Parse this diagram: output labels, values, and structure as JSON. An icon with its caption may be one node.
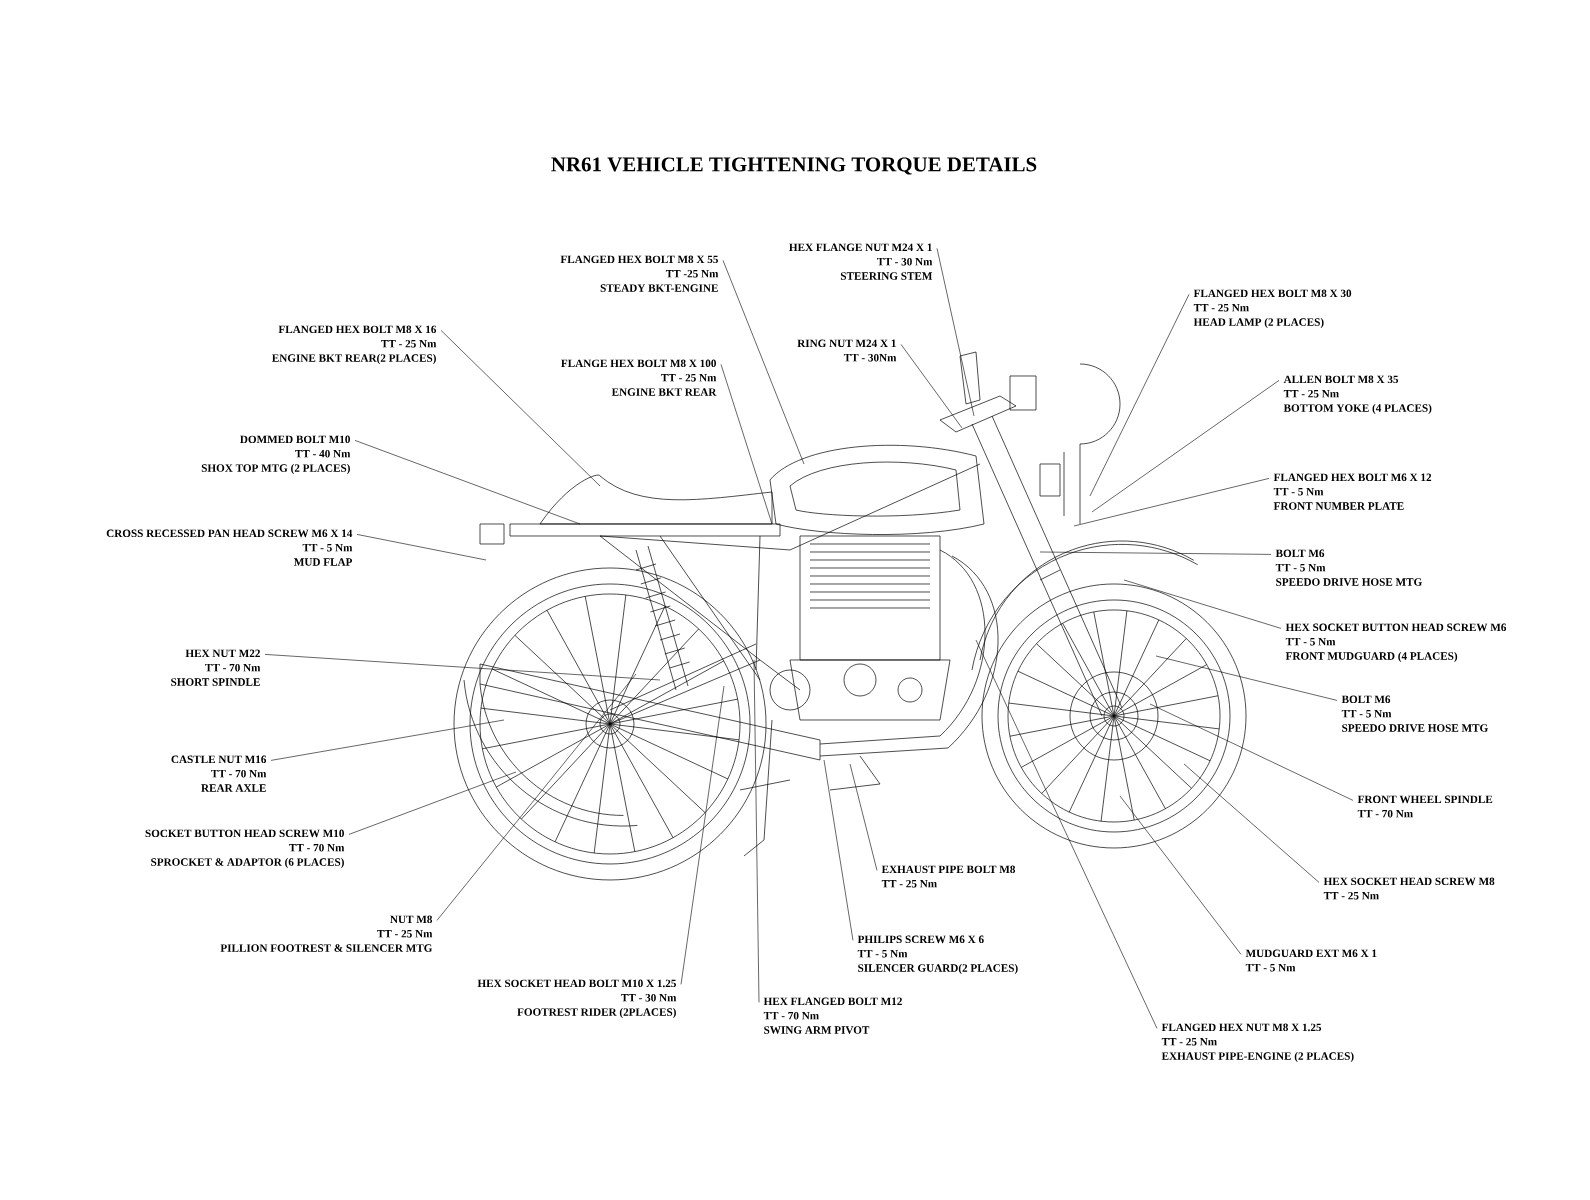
{
  "diagram": {
    "title": "NR61 VEHICLE TIGHTENING TORQUE DETAILS",
    "nodes": [
      {
        "text": [
          "FLANGED HEX BOLT M8 X 55",
          "TT -25 Nm",
          "STEADY BKT-ENGINE"
        ]
      },
      {
        "text": [
          "HEX FLANGE NUT M24 X 1",
          "TT - 30 Nm",
          "STEERING STEM"
        ]
      },
      {
        "text": [
          "FLANGED HEX BOLT M8 X 30",
          "TT - 25 Nm",
          "HEAD LAMP (2 PLACES)"
        ]
      },
      {
        "text": [
          "FLANGED HEX BOLT M8 X 16",
          "TT - 25 Nm",
          "ENGINE BKT REAR(2 PLACES)"
        ]
      },
      {
        "text": [
          "RING NUT M24 X 1",
          "TT - 30Nm"
        ]
      },
      {
        "text": [
          "FLANGE HEX BOLT M8 X 100",
          "TT - 25 Nm",
          "ENGINE BKT REAR"
        ]
      },
      {
        "text": [
          "ALLEN BOLT M8 X 35",
          "TT - 25 Nm",
          "BOTTOM YOKE (4 PLACES)"
        ]
      },
      {
        "text": [
          "DOMMED BOLT M10",
          "TT - 40 Nm",
          "SHOX TOP MTG (2 PLACES)"
        ]
      },
      {
        "text": [
          "FLANGED HEX BOLT M6 X 12",
          "TT - 5 Nm",
          "FRONT NUMBER PLATE"
        ]
      },
      {
        "text": [
          "CROSS RECESSED PAN HEAD SCREW M6 X 14",
          "TT - 5 Nm",
          "MUD FLAP"
        ]
      },
      {
        "text": [
          "BOLT M6",
          "TT - 5 Nm",
          "SPEEDO DRIVE HOSE MTG"
        ]
      },
      {
        "text": [
          "HEX SOCKET BUTTON HEAD SCREW M6",
          "TT - 5 Nm",
          "FRONT MUDGUARD (4 PLACES)"
        ]
      },
      {
        "text": [
          "HEX NUT M22",
          "TT - 70 Nm",
          "SHORT SPINDLE"
        ]
      },
      {
        "text": [
          "BOLT M6",
          "TT - 5 Nm",
          "SPEEDO DRIVE HOSE MTG"
        ]
      },
      {
        "text": [
          "CASTLE NUT M16",
          "TT - 70 Nm",
          "REAR AXLE"
        ]
      },
      {
        "text": [
          "FRONT WHEEL SPINDLE",
          "TT - 70 Nm"
        ]
      },
      {
        "text": [
          "SOCKET BUTTON HEAD SCREW M10",
          "TT - 70 Nm",
          "SPROCKET & ADAPTOR (6 PLACES)"
        ]
      },
      {
        "text": [
          "EXHAUST PIPE BOLT M8",
          "TT - 25 Nm"
        ]
      },
      {
        "text": [
          "HEX SOCKET HEAD SCREW M8",
          "TT - 25 Nm"
        ]
      },
      {
        "text": [
          "NUT M8",
          "TT - 25 Nm",
          "PILLION FOOTREST & SILENCER MTG"
        ]
      },
      {
        "text": [
          "PHILIPS SCREW M6 X 6",
          "TT - 5 Nm",
          "SILENCER GUARD(2 PLACES)"
        ]
      },
      {
        "text": [
          "MUDGUARD EXT M6 X 1",
          "TT - 5 Nm"
        ]
      },
      {
        "text": [
          "HEX SOCKET HEAD BOLT M10 X 1.25",
          "TT - 30 Nm",
          "FOOTREST RIDER (2PLACES)"
        ]
      },
      {
        "text": [
          "HEX FLANGED BOLT M12",
          "TT - 70 Nm",
          "SWING ARM PIVOT"
        ]
      },
      {
        "text": [
          "FLANGED HEX NUT M8 X 1.25",
          "TT - 25 Nm",
          "EXHAUST PIPE-ENGINE (2 PLACES)"
        ]
      }
    ],
    "edges": [
      {
        "from": 0,
        "to": null,
        "arrow": "none"
      },
      {
        "from": 1,
        "to": null,
        "arrow": "none"
      },
      {
        "from": 2,
        "to": null,
        "arrow": "none"
      },
      {
        "from": 3,
        "to": null,
        "arrow": "none"
      },
      {
        "from": 4,
        "to": null,
        "arrow": "none"
      },
      {
        "from": 5,
        "to": null,
        "arrow": "none"
      },
      {
        "from": 6,
        "to": null,
        "arrow": "none"
      },
      {
        "from": 7,
        "to": null,
        "arrow": "none"
      },
      {
        "from": 8,
        "to": null,
        "arrow": "none"
      },
      {
        "from": 9,
        "to": null,
        "arrow": "none"
      },
      {
        "from": 10,
        "to": null,
        "arrow": "none"
      },
      {
        "from": 11,
        "to": null,
        "arrow": "none"
      },
      {
        "from": 12,
        "to": null,
        "arrow": "none"
      },
      {
        "from": 13,
        "to": null,
        "arrow": "none"
      },
      {
        "from": 14,
        "to": null,
        "arrow": "none"
      },
      {
        "from": 15,
        "to": null,
        "arrow": "none"
      },
      {
        "from": 16,
        "to": null,
        "arrow": "none"
      },
      {
        "from": 17,
        "to": null,
        "arrow": "none"
      },
      {
        "from": 18,
        "to": null,
        "arrow": "none"
      },
      {
        "from": 19,
        "to": null,
        "arrow": "none"
      },
      {
        "from": 20,
        "to": null,
        "arrow": "none"
      },
      {
        "from": 21,
        "to": null,
        "arrow": "none"
      },
      {
        "from": 22,
        "to": null,
        "arrow": "none"
      },
      {
        "from": 23,
        "to": null,
        "arrow": "none"
      },
      {
        "from": 24,
        "to": null,
        "arrow": "none"
      }
    ]
  }
}
